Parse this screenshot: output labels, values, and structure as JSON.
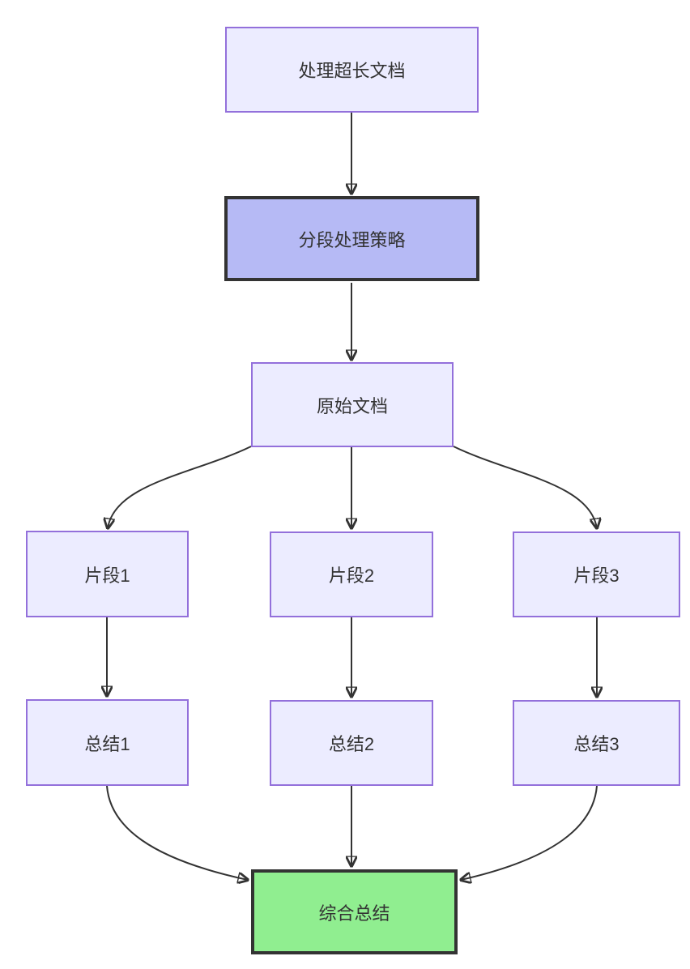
{
  "diagram": {
    "type": "flowchart",
    "direction": "top-down",
    "nodes": {
      "doc": {
        "label": "处理超长文档",
        "style": "default"
      },
      "strategy": {
        "label": "分段处理策略",
        "style": "highlight"
      },
      "original": {
        "label": "原始文档",
        "style": "default"
      },
      "frag1": {
        "label": "片段1",
        "style": "default"
      },
      "frag2": {
        "label": "片段2",
        "style": "default"
      },
      "frag3": {
        "label": "片段3",
        "style": "default"
      },
      "sum1": {
        "label": "总结1",
        "style": "default"
      },
      "sum2": {
        "label": "总结2",
        "style": "default"
      },
      "sum3": {
        "label": "总结3",
        "style": "default"
      },
      "final": {
        "label": "综合总结",
        "style": "success"
      }
    },
    "edges": [
      {
        "from": "doc",
        "to": "strategy"
      },
      {
        "from": "strategy",
        "to": "original"
      },
      {
        "from": "original",
        "to": "frag1"
      },
      {
        "from": "original",
        "to": "frag2"
      },
      {
        "from": "original",
        "to": "frag3"
      },
      {
        "from": "frag1",
        "to": "sum1"
      },
      {
        "from": "frag2",
        "to": "sum2"
      },
      {
        "from": "frag3",
        "to": "sum3"
      },
      {
        "from": "sum1",
        "to": "final"
      },
      {
        "from": "sum2",
        "to": "final"
      },
      {
        "from": "sum3",
        "to": "final"
      }
    ],
    "colors": {
      "node_fill": "#ECECFF",
      "node_border": "#9370DB",
      "highlight_fill": "#B6BAF5",
      "highlight_border": "#333333",
      "success_fill": "#90EE90",
      "success_border": "#333333",
      "edge_stroke": "#333333",
      "text": "#333333",
      "background": "#FFFFFF"
    }
  }
}
